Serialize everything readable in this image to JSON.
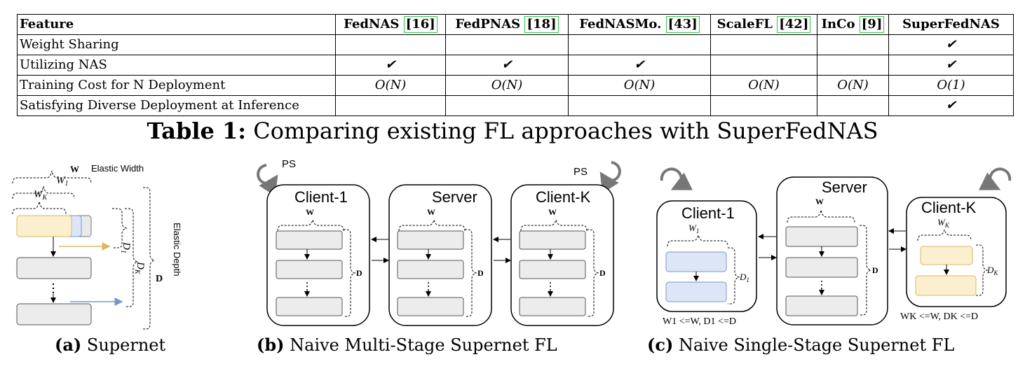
{
  "table": {
    "headers": [
      "Feature",
      "FedNAS",
      "FedPNAS",
      "FedNASMo.",
      "ScaleFL",
      "InCo",
      "SuperFedNAS"
    ],
    "refs": [
      "16",
      "18",
      "43",
      "42",
      "9"
    ],
    "rows": [
      {
        "label": "Weight Sharing",
        "cells": [
          "",
          "",
          "",
          "",
          "",
          "✔"
        ]
      },
      {
        "label": "Utilizing NAS",
        "cells": [
          "✔",
          "✔",
          "✔",
          "",
          "",
          "✔"
        ]
      },
      {
        "label": "Training Cost for N Deployment",
        "cells": [
          "O(N)",
          "O(N)",
          "O(N)",
          "O(N)",
          "O(N)",
          "O(1)"
        ]
      },
      {
        "label": "Satisfying Diverse Deployment at Inference",
        "cells": [
          "",
          "",
          "",
          "",
          "",
          "✔"
        ]
      }
    ]
  },
  "table_caption": {
    "prefix": "Table 1:",
    "text": "Comparing existing FL approaches with SuperFedNAS"
  },
  "figure_a": {
    "W": "W",
    "elastic_width": "Elastic Width",
    "W1": "W",
    "W1_sub": "1",
    "WK": "W",
    "WK_sub": "K",
    "D1": "D",
    "D1_sub": "1",
    "DK": "D",
    "DK_sub": "K",
    "D": "D",
    "elastic_depth": "Elastic Depth",
    "caption_prefix": "(a)",
    "caption": "Supernet"
  },
  "figure_b": {
    "ps_left": "PS",
    "ps_right": "PS",
    "client1": "Client-1",
    "server": "Server",
    "clientK": "Client-K",
    "W": "W",
    "D": "D",
    "caption_prefix": "(b)",
    "caption": "Naive Multi-Stage Supernet FL"
  },
  "figure_c": {
    "client1": "Client-1",
    "server": "Server",
    "clientK": "Client-K",
    "W": "W",
    "D": "D",
    "W1": "W",
    "W1_sub": "1",
    "D1": "D",
    "D1_sub": "1",
    "WK": "W",
    "WK_sub": "K",
    "DK": "D",
    "DK_sub": "K",
    "note1": "W1 <=W,  D1 <=D",
    "noteK": "WK <=W,  DK <=D",
    "caption_prefix": "(c)",
    "caption": "Naive Single-Stage Supernet FL"
  },
  "colors": {
    "ref_box": "#34c24a",
    "blue_block": "#dce6f7",
    "yellow_block": "#fbefcf",
    "gray_block": "#ececec",
    "arrow_gold": "#d8b868",
    "arrow_blue": "#7a97c4"
  }
}
